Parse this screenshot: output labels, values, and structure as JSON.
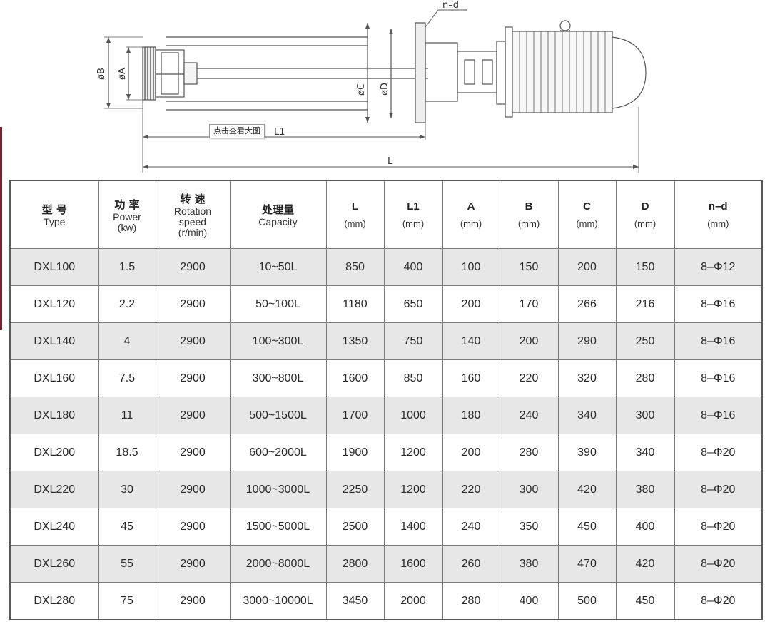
{
  "diagram": {
    "labels": {
      "phi_b": "øB",
      "phi_a": "øA",
      "phi_c": "øC",
      "phi_d": "øD",
      "n_d": "n–d",
      "l1": "L1",
      "l": "L"
    }
  },
  "tooltip": {
    "text": "点击查看大图"
  },
  "table": {
    "headers": [
      {
        "cn": "型 号",
        "en": [
          "Type"
        ]
      },
      {
        "cn": "功 率",
        "en": [
          "Power",
          "(kw)"
        ]
      },
      {
        "cn": "转 速",
        "en": [
          "Rotation",
          "speed",
          "(r/min)"
        ]
      },
      {
        "cn": "处理量",
        "en": [
          "Capacity"
        ]
      },
      {
        "letter": "L",
        "unit": "(mm)"
      },
      {
        "letter": "L1",
        "unit": "(mm)"
      },
      {
        "letter": "A",
        "unit": "(mm)"
      },
      {
        "letter": "B",
        "unit": "(mm)"
      },
      {
        "letter": "C",
        "unit": "(mm)"
      },
      {
        "letter": "D",
        "unit": "(mm)"
      },
      {
        "letter": "n–d",
        "unit": "(mm)"
      }
    ],
    "rows": [
      [
        "DXL100",
        "1.5",
        "2900",
        "10~50L",
        "850",
        "400",
        "100",
        "150",
        "200",
        "150",
        "8–Φ12"
      ],
      [
        "DXL120",
        "2.2",
        "2900",
        "50~100L",
        "1180",
        "650",
        "200",
        "170",
        "266",
        "216",
        "8–Φ16"
      ],
      [
        "DXL140",
        "4",
        "2900",
        "100~300L",
        "1350",
        "750",
        "140",
        "200",
        "290",
        "250",
        "8–Φ16"
      ],
      [
        "DXL160",
        "7.5",
        "2900",
        "300~800L",
        "1600",
        "850",
        "160",
        "220",
        "320",
        "280",
        "8–Φ16"
      ],
      [
        "DXL180",
        "11",
        "2900",
        "500~1500L",
        "1700",
        "1000",
        "180",
        "240",
        "340",
        "300",
        "8–Φ16"
      ],
      [
        "DXL200",
        "18.5",
        "2900",
        "600~2000L",
        "1900",
        "1200",
        "200",
        "280",
        "390",
        "340",
        "8–Φ20"
      ],
      [
        "DXL220",
        "30",
        "2900",
        "1000~3000L",
        "2250",
        "1200",
        "220",
        "300",
        "420",
        "380",
        "8–Φ20"
      ],
      [
        "DXL240",
        "45",
        "2900",
        "1500~5000L",
        "2500",
        "1400",
        "240",
        "350",
        "450",
        "400",
        "8–Φ20"
      ],
      [
        "DXL260",
        "55",
        "2900",
        "2000~8000L",
        "2800",
        "1600",
        "260",
        "380",
        "470",
        "420",
        "8–Φ20"
      ],
      [
        "DXL280",
        "75",
        "2900",
        "3000~10000L",
        "3450",
        "2000",
        "280",
        "400",
        "500",
        "450",
        "8–Φ20"
      ]
    ]
  },
  "colors": {
    "shaded_row": "#e7e7e7",
    "plain_row": "#ffffff",
    "line": "#555555",
    "left_accent": "#7a1f2b"
  }
}
